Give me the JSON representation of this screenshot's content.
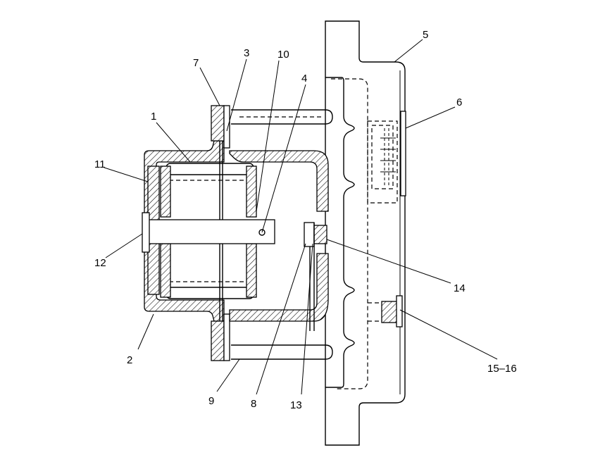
{
  "callouts": {
    "c1": "1",
    "c2": "2",
    "c3": "3",
    "c4": "4",
    "c5": "5",
    "c6": "6",
    "c7": "7",
    "c8": "8",
    "c9": "9",
    "c10": "10",
    "c11": "11",
    "c12": "12",
    "c13": "13",
    "c14": "14",
    "c15_16": "15–16"
  }
}
